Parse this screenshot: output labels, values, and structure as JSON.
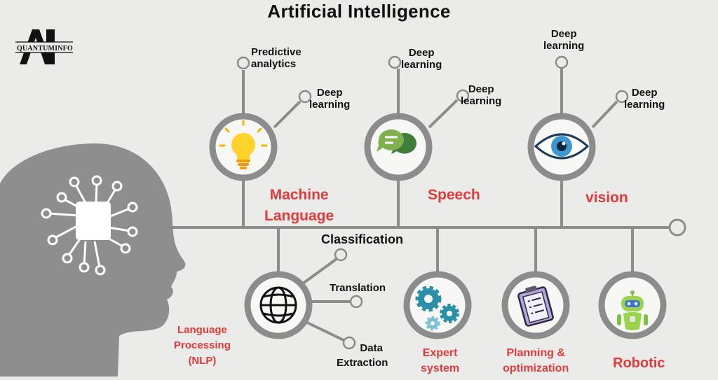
{
  "title": "Artificial Intelligence",
  "logo": {
    "letters": "AI",
    "text": "QUANTUMINFO"
  },
  "colors": {
    "background": "#ebebea",
    "line": "#8c8c8c",
    "node_ring": "#8c8c8c",
    "head": "#8e8e8e",
    "category": "#e23a3a",
    "text": "#111111"
  },
  "top_branches": [
    {
      "icon": "lightbulb-icon",
      "label_lines": [
        "Machine",
        "Language"
      ],
      "leaves": [
        {
          "lines": [
            "Predictive",
            "analytics"
          ]
        },
        {
          "lines": [
            "Deep",
            "learning"
          ]
        }
      ]
    },
    {
      "icon": "speech-bubbles-icon",
      "label_lines": [
        "Speech"
      ],
      "leaves": [
        {
          "lines": [
            "Deep",
            "learning"
          ]
        },
        {
          "lines": [
            "Deep",
            "learning"
          ]
        }
      ]
    },
    {
      "icon": "eye-icon",
      "label_lines": [
        "vision"
      ],
      "leaves": [
        {
          "lines": [
            "Deep",
            "learning"
          ]
        },
        {
          "lines": [
            "Deep",
            "learning"
          ]
        }
      ]
    }
  ],
  "bottom_branches": [
    {
      "icon": "globe-icon",
      "label_lines": [
        "Language",
        "Processing",
        "(NLP)"
      ],
      "leaves": [
        {
          "lines": [
            "Classification"
          ]
        },
        {
          "lines": [
            "Translation"
          ]
        },
        {
          "lines": [
            "Data",
            "Extraction"
          ]
        }
      ]
    },
    {
      "icon": "gears-icon",
      "label_lines": [
        "Expert",
        "system"
      ]
    },
    {
      "icon": "clipboard-icon",
      "label_lines": [
        "Planning &",
        "optimization"
      ]
    },
    {
      "icon": "robot-icon",
      "label_lines": [
        "Robotic"
      ]
    }
  ]
}
